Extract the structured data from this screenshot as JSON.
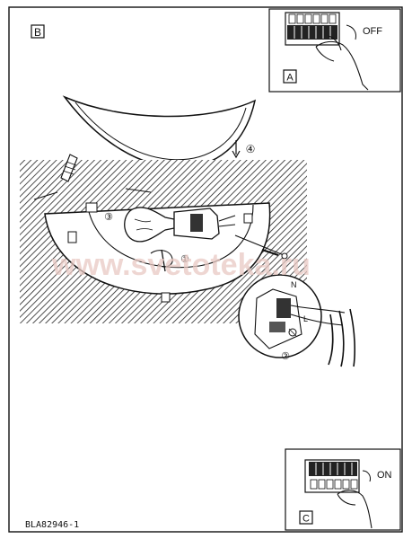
{
  "panels": {
    "main_label": "B",
    "inset_off": {
      "label": "A",
      "switch_state": "OFF"
    },
    "inset_on": {
      "label": "C",
      "switch_state": "ON"
    }
  },
  "steps": [
    "①",
    "②",
    "③",
    "④"
  ],
  "terminal_labels": {
    "neutral": "N",
    "live": "L"
  },
  "model_code": "BLA82946-1",
  "watermark": "www.svetoteka.ru"
}
